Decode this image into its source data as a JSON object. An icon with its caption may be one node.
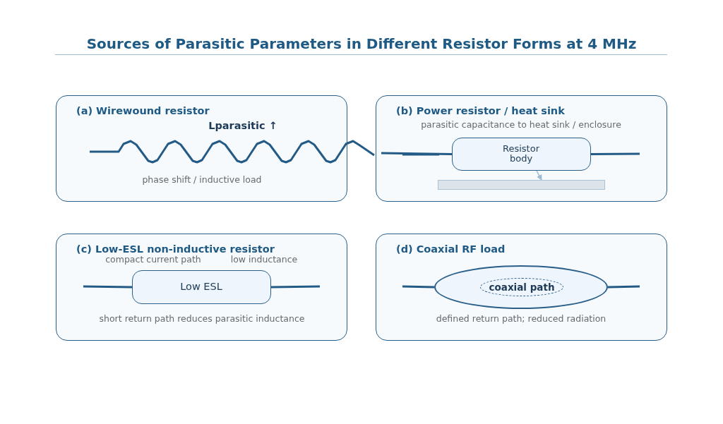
{
  "diagram": {
    "title": "Sources of Parasitic Parameters in Different Resistor Forms at 4 MHz",
    "nodes": [
      {
        "text": [
          "(a) Wirewound resistor"
        ]
      },
      {
        "text": [
          "(b) Power resistor / heat sink"
        ]
      },
      {
        "text": [
          "Resistor body"
        ],
        "in": 1
      },
      {
        "text": [],
        "shape": "bar",
        "in": 1
      },
      {
        "text": [
          "(c) Low-ESL non-inductive resistor"
        ]
      },
      {
        "text": [
          "Low ESL"
        ],
        "in": 4
      },
      {
        "text": [
          "(d) Coaxial RF load"
        ]
      },
      {
        "text": [],
        "shape": "ellipse",
        "in": 6
      },
      {
        "text": [
          "coaxial path"
        ],
        "in": 7
      }
    ],
    "edges": [
      {
        "from": null,
        "to": 2,
        "arrow": "none"
      },
      {
        "from": 2,
        "to": null,
        "arrow": "none"
      },
      {
        "from": 2,
        "to": 3,
        "arrow": "to",
        "color": "#9dbcd4"
      },
      {
        "from": null,
        "to": 5,
        "arrow": "none"
      },
      {
        "from": 5,
        "to": null,
        "arrow": "none"
      },
      {
        "from": null,
        "to": 7,
        "arrow": "none"
      },
      {
        "from": 7,
        "to": null,
        "arrow": "none"
      }
    ],
    "labels": [
      "Lparasitic ↑",
      "phase shift / inductive load",
      "parasitic capacitance to heat sink / enclosure",
      "compact current path",
      "low inductance",
      "short return path reduces parasitic inductance",
      "defined return path; reduced radiation"
    ]
  }
}
